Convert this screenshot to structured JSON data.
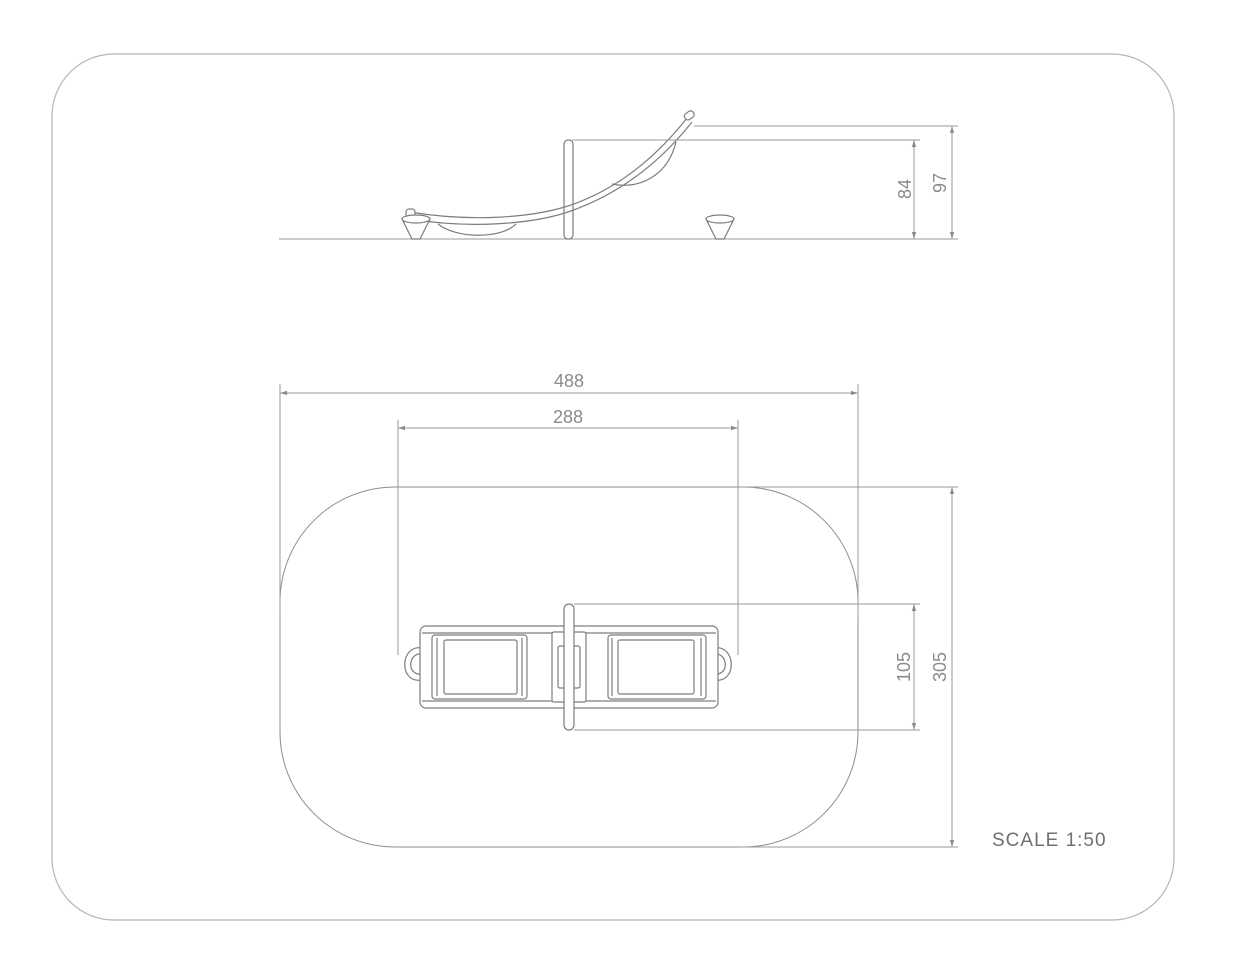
{
  "side_view": {
    "dim_height_inner": "84",
    "dim_height_outer": "97"
  },
  "top_view": {
    "dim_total_length": "488",
    "dim_equipment_length": "288",
    "dim_equipment_width": "105",
    "dim_total_width": "305"
  },
  "scale_label": "SCALE 1:50",
  "colors": {
    "line": "#7d7d7d",
    "dimension": "#8a8a8a",
    "frame": "#b5b5b5"
  }
}
